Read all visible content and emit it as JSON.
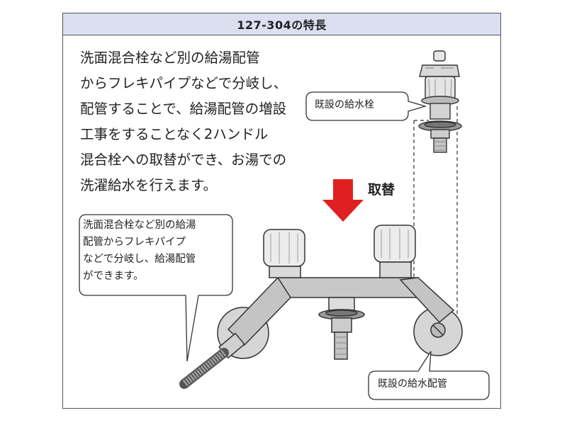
{
  "header": {
    "title": "127-304の特長"
  },
  "description": {
    "lines": [
      "洗面混合栓など別の給湯配管",
      "からフレキパイプなどで分岐し、",
      "配管することで、給湯配管の増設",
      "工事をすることなく2ハンドル",
      "混合栓への取替ができ、お湯での",
      "洗濯給水を行えます。"
    ]
  },
  "callouts": {
    "branch": {
      "lines": [
        "洗面混合栓など別の給湯",
        "配管からフレキパイプ",
        "などで分岐し、給湯配管",
        "ができます。"
      ]
    },
    "existing_faucet": "既設の給水栓",
    "existing_pipe": "既設の給水配管"
  },
  "replace_label": "取替",
  "colors": {
    "header_bg": "#dcdff0",
    "arrow": "#e02020",
    "border": "#555555"
  }
}
